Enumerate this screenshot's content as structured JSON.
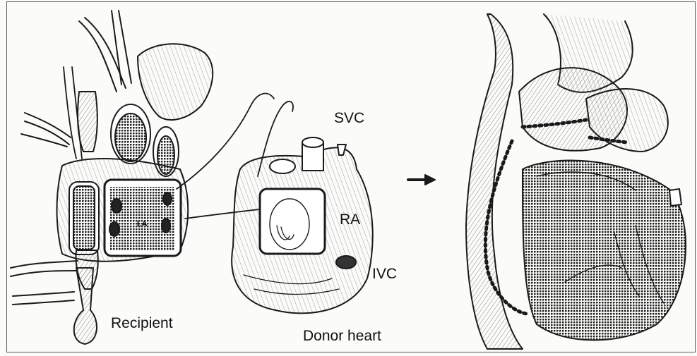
{
  "labels": {
    "svc": "SVC",
    "ra": "RA",
    "ivc": "IVC",
    "la": "LA",
    "recipient": "Recipient",
    "donor": "Donor heart"
  },
  "arrow_icon": "right-arrow-icon"
}
